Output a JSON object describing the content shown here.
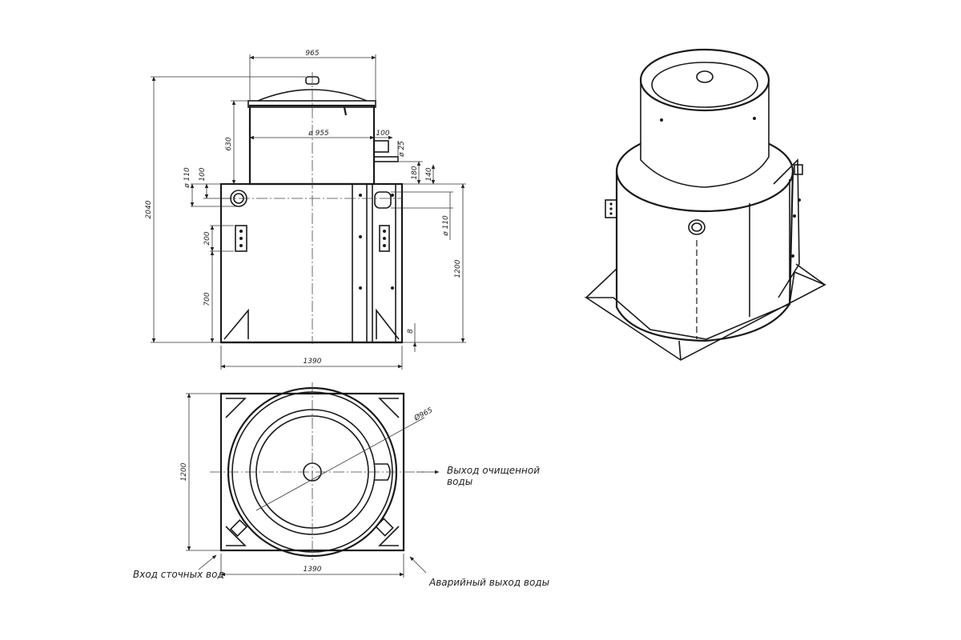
{
  "dimensions": {
    "top_width": "965",
    "total_height": "2040",
    "neck_height": "630",
    "neck_diameter": "ø 955",
    "outlet_offset": "100",
    "outlet_diameter": "ø 25",
    "inlet_diameter": "ø 110",
    "inlet_offset": "100",
    "right_offset_180": "180",
    "right_offset_140": "140",
    "right_pipe_diameter": "ø 110",
    "body_height": "1200",
    "bracket_spacing": "200",
    "lower_height": "700",
    "base_thickness": "8",
    "base_width": "1390",
    "plan_diameter": "Ø965",
    "plan_height": "1200",
    "plan_width": "1390"
  },
  "labels": {
    "outlet_clean_water_line1": "Выход очищенной",
    "outlet_clean_water_line2": "воды",
    "inlet_wastewater": "Вход сточных вод",
    "emergency_outlet": "Аварийный выход воды"
  }
}
